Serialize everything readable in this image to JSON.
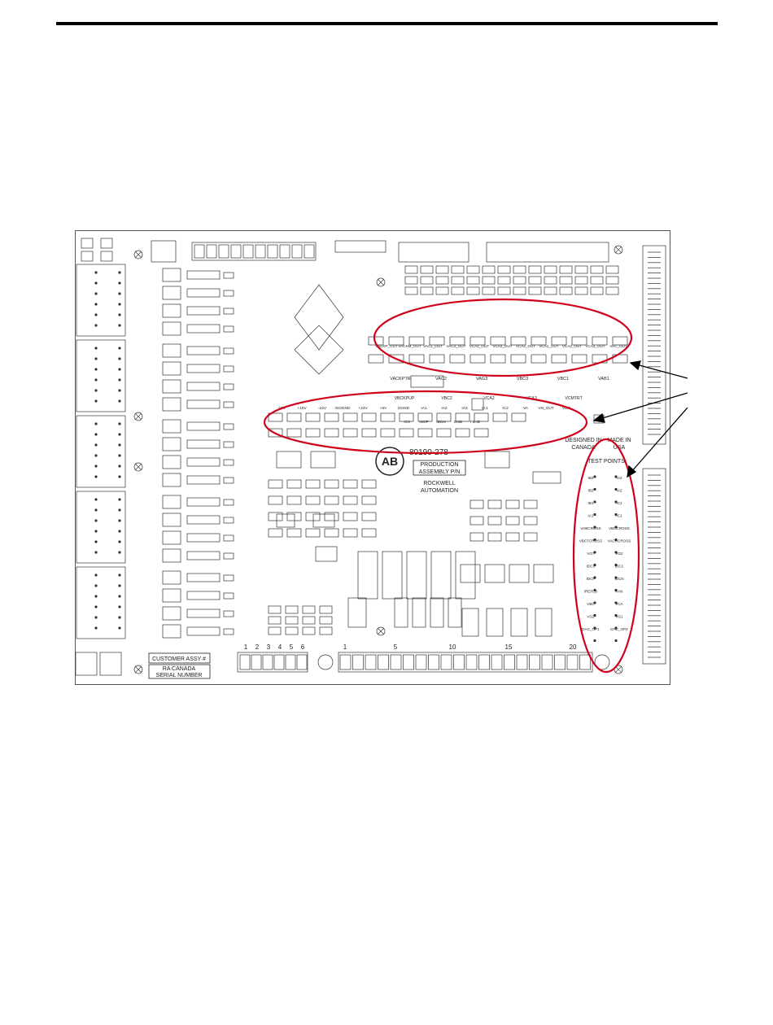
{
  "colors": {
    "highlight": "#d0021b",
    "ink": "#222222",
    "rule": "#000000"
  },
  "board": {
    "logo": "AB",
    "part_number": "80190-278-",
    "production_label": [
      "PRODUCTION",
      "ASSEMBLY P/N"
    ],
    "company": [
      "ROCKWELL",
      "AUTOMATION"
    ],
    "designed_in": [
      "DESIGNED IN",
      "CANADA"
    ],
    "made_in": [
      "MADE IN",
      "USA"
    ],
    "test_points_title": "TEST POINTS",
    "customer_assy": "CUSTOMER ASSY #",
    "ra_canada": "RA CANADA",
    "serial_number": "SERIAL NUMBER",
    "terminal_numbers": [
      "1",
      "2",
      "3",
      "4",
      "5",
      "6",
      "1",
      "5",
      "10",
      "15",
      "20"
    ],
    "upper_signals": [
      "VACKP_OUT",
      "VACKM_OUT",
      "VAC1_OUT",
      "VAC2_OUT",
      "VCA1_OUT",
      "VCA2_OUT",
      "VCA3_OUT",
      "VCA1_OUT",
      "VCA2_OUT",
      "VCA3_OUT",
      "VAC_OUT"
    ],
    "upper_row2": [
      "VACKPTR",
      "VAC2",
      "VAG3",
      "VBC3",
      "VBC1",
      "VAB1"
    ],
    "middle_row1": [
      "VBCKPUP",
      "VBC2",
      "VCA2",
      "VCA3",
      "VCMTRT"
    ],
    "middle_signals": [
      "-15V",
      "+15V",
      "-24V",
      "ISOGND",
      "+24V",
      "+5V",
      "DGND",
      "IA1",
      "IA2",
      "IA3",
      "IC1",
      "IC2",
      "VA",
      "VN_OUT",
      "VDC"
    ],
    "middle_row3": [
      "IC3",
      "ISOF",
      "IBCN",
      "GND",
      "FB.ID"
    ],
    "test_points": [
      "IB3",
      "IA3",
      "IB2",
      "IA2",
      "IB1",
      "IC1",
      "IA1",
      "IC1",
      "VABCROSS",
      "VBCCROSS",
      "VBCTCROSS",
      "VACRCROSS",
      "VG7",
      "VG2",
      "IDC3",
      "IDC1",
      "IDCP",
      "IDCN",
      "IREFLD",
      "FAN",
      "VBC",
      "VCA",
      "VG2",
      "VG1",
      "DAC_OP1",
      "DAC_OP2"
    ]
  }
}
